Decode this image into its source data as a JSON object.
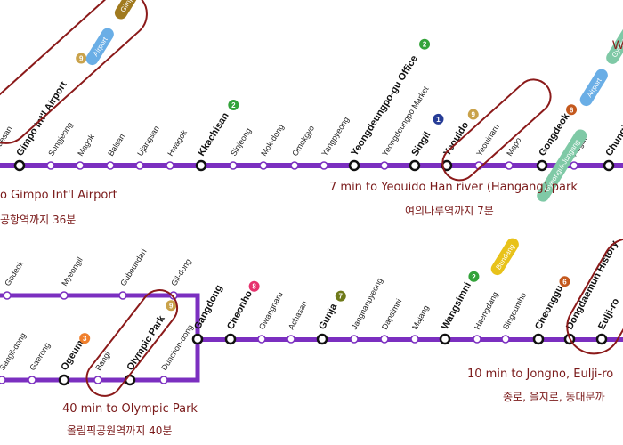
{
  "colors": {
    "line": "#7b2fc0",
    "highlight": "#8b1a1a",
    "caption": "#7a1a1a",
    "line9": "#c9a24a",
    "line6": "#c4591e",
    "line2": "#33a33a",
    "line1": "#263c96",
    "line8": "#e6336e",
    "line5": "#f07f2c",
    "line7": "#6f7a1a",
    "airport": "#6aaee6",
    "gimpogold": "#a07a1e",
    "gyeongui": "#7fc9a6",
    "bundang": "#e8c21a"
  },
  "top_line": {
    "stations": [
      {
        "name": "Hwaesan",
        "transfers": []
      },
      {
        "name": "Gimpo Int'l Airport",
        "major": true,
        "transfers": [
          {
            "num": "9",
            "color": "#c9a24a"
          }
        ],
        "tags": [
          "Airport",
          "Gimpogold"
        ]
      },
      {
        "name": "Songjeong",
        "transfers": []
      },
      {
        "name": "Magok",
        "transfers": []
      },
      {
        "name": "Balsan",
        "transfers": []
      },
      {
        "name": "Ujangsan",
        "transfers": []
      },
      {
        "name": "Hwagok",
        "transfers": []
      },
      {
        "name": "Kkachisan",
        "major": true,
        "transfers": [
          {
            "num": "2",
            "color": "#33a33a"
          }
        ]
      },
      {
        "name": "Sinjeong",
        "transfers": []
      },
      {
        "name": "Mok-dong",
        "transfers": []
      },
      {
        "name": "Omokgyo",
        "transfers": []
      },
      {
        "name": "Yangpyeong",
        "transfers": []
      },
      {
        "name": "Yeongdeungpo-gu Office",
        "major": true,
        "transfers": [
          {
            "num": "2",
            "color": "#33a33a"
          }
        ]
      },
      {
        "name": "Yeongdeungpo Market",
        "transfers": []
      },
      {
        "name": "Singil",
        "major": true,
        "transfers": [
          {
            "num": "1",
            "color": "#263c96"
          }
        ]
      },
      {
        "name": "Yeouido",
        "major": true,
        "transfers": [
          {
            "num": "9",
            "color": "#c9a24a"
          }
        ]
      },
      {
        "name": "Yeouinaru",
        "transfers": []
      },
      {
        "name": "Mapo",
        "transfers": []
      },
      {
        "name": "Gongdeok",
        "major": true,
        "transfers": [
          {
            "num": "6",
            "color": "#c4591e"
          }
        ],
        "tags": [
          "Airport",
          "Gyeongui"
        ]
      },
      {
        "name": "Aogae",
        "transfers": []
      },
      {
        "name": "Chungjeongno",
        "major": true,
        "transfers": []
      }
    ],
    "partial_text": "W"
  },
  "bottom_line": {
    "branch_stations": [
      {
        "name": "Godeok"
      },
      {
        "name": "Myeongil"
      },
      {
        "name": "Gubeundari"
      },
      {
        "name": "Gil-dong"
      }
    ],
    "lower_stations": [
      {
        "name": "Sangil-dong"
      },
      {
        "name": "Gaerong"
      },
      {
        "name": "Ogeum",
        "major": true,
        "transfers": [
          {
            "num": "3",
            "color": "#f07f2c"
          }
        ]
      },
      {
        "name": "Bangi"
      },
      {
        "name": "Olympic Park",
        "major": true,
        "transfers": [
          {
            "num": "9",
            "color": "#c9a24a"
          }
        ]
      },
      {
        "name": "Dunchon-dong"
      }
    ],
    "main_stations": [
      {
        "name": "Gangdong",
        "major": true,
        "transfers": []
      },
      {
        "name": "Cheonho",
        "major": true,
        "transfers": [
          {
            "num": "8",
            "color": "#e6336e"
          }
        ]
      },
      {
        "name": "Gwangnaru",
        "transfers": []
      },
      {
        "name": "Achasan",
        "transfers": []
      },
      {
        "name": "Gunja",
        "major": true,
        "transfers": [
          {
            "num": "7",
            "color": "#6f7a1a"
          }
        ]
      },
      {
        "name": "Janghanpyeong",
        "transfers": []
      },
      {
        "name": "Dapsimni",
        "transfers": []
      },
      {
        "name": "Majang",
        "transfers": []
      },
      {
        "name": "Wangsimni",
        "major": true,
        "transfers": [
          {
            "num": "2",
            "color": "#33a33a"
          }
        ],
        "tags": [
          "Bundang",
          "Gyeongui-Jungang"
        ]
      },
      {
        "name": "Haengdang",
        "transfers": []
      },
      {
        "name": "Singeumho",
        "transfers": []
      },
      {
        "name": "Cheonggu",
        "major": true,
        "transfers": [
          {
            "num": "6",
            "color": "#c4591e"
          }
        ]
      },
      {
        "name": "Dongdaemun History",
        "major": true,
        "transfers": []
      },
      {
        "name": "Eulji-ro",
        "major": true,
        "transfers": []
      }
    ]
  },
  "captions": {
    "gimpo_en": "o Gimpo Int'l Airport",
    "gimpo_ko": "공항역까지 36분",
    "yeouido_en": "7 min to Yeouido Han river (Hangang) park",
    "yeouido_ko": "여의나루역까지 7분",
    "olympic_en": "40 min to Olympic Park",
    "olympic_ko": "올림픽공원역까지 40분",
    "jongno_en": "10 min to Jongno, Eulji-ro",
    "jongno_ko": "종로, 을지로, 동대문까"
  }
}
